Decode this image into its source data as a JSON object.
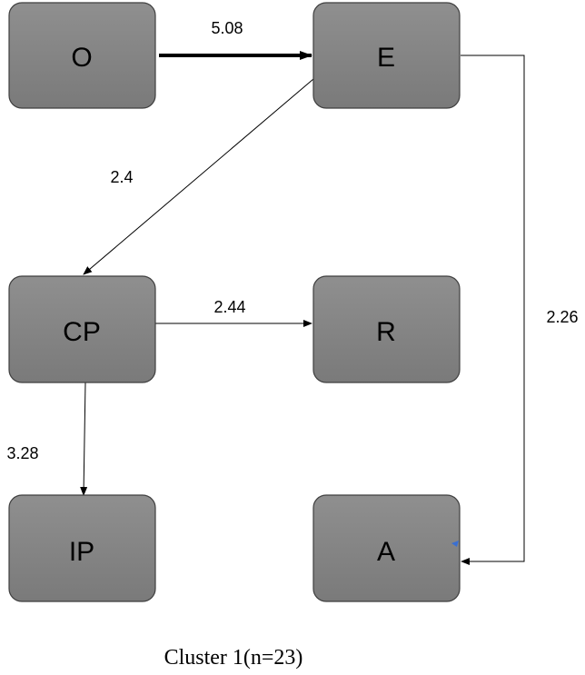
{
  "diagram": {
    "nodes": {
      "O": {
        "label": "O"
      },
      "E": {
        "label": "E"
      },
      "CP": {
        "label": "CP"
      },
      "R": {
        "label": "R"
      },
      "IP": {
        "label": "IP"
      },
      "A": {
        "label": "A"
      }
    },
    "edges": [
      {
        "from": "O",
        "to": "E",
        "weight": "5.08"
      },
      {
        "from": "E",
        "to": "CP",
        "weight": "2.4"
      },
      {
        "from": "CP",
        "to": "R",
        "weight": "2.44"
      },
      {
        "from": "CP",
        "to": "IP",
        "weight": "3.28"
      },
      {
        "from": "E",
        "to": "A",
        "weight": "2.26"
      }
    ],
    "caption": "Cluster 1(n=23)"
  }
}
